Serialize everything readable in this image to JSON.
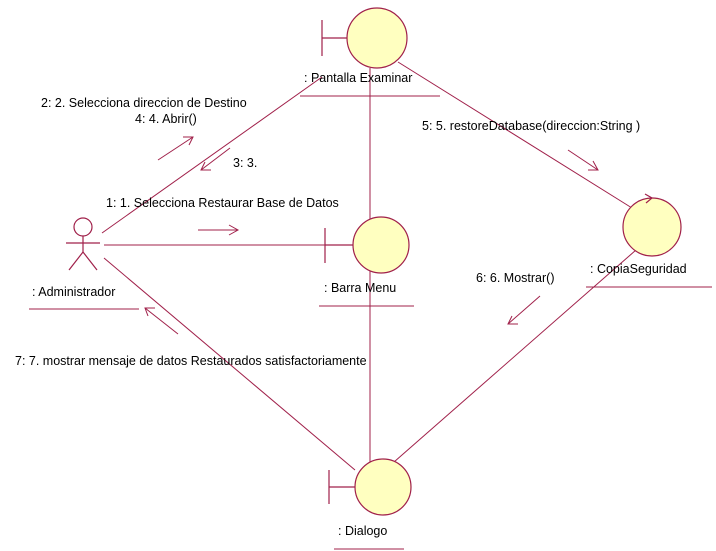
{
  "colors": {
    "line": "#a0204a",
    "object_fill": "#ffffc0",
    "text": "#000000",
    "background": "#ffffff"
  },
  "objects": {
    "pantalla": {
      "label": ": Pantalla Examinar",
      "kind": "boundary"
    },
    "barra": {
      "label": ": Barra Menu",
      "kind": "boundary"
    },
    "dialogo": {
      "label": ": Dialogo",
      "kind": "boundary"
    },
    "copia": {
      "label": ": CopiaSeguridad",
      "kind": "control"
    },
    "admin": {
      "label": ": Administrador",
      "kind": "actor"
    }
  },
  "messages": {
    "m1": "1: 1. Selecciona Restaurar Base de Datos",
    "m2": "2: 2. Selecciona direccion de Destino",
    "m3": "3: 3.",
    "m4": "4: 4. Abrir()",
    "m5": "5: 5. restoreDatabase(direccion:String )",
    "m6": "6: 6. Mostrar()",
    "m7": "7: 7. mostrar mensaje de datos Restaurados satisfactoriamente"
  }
}
